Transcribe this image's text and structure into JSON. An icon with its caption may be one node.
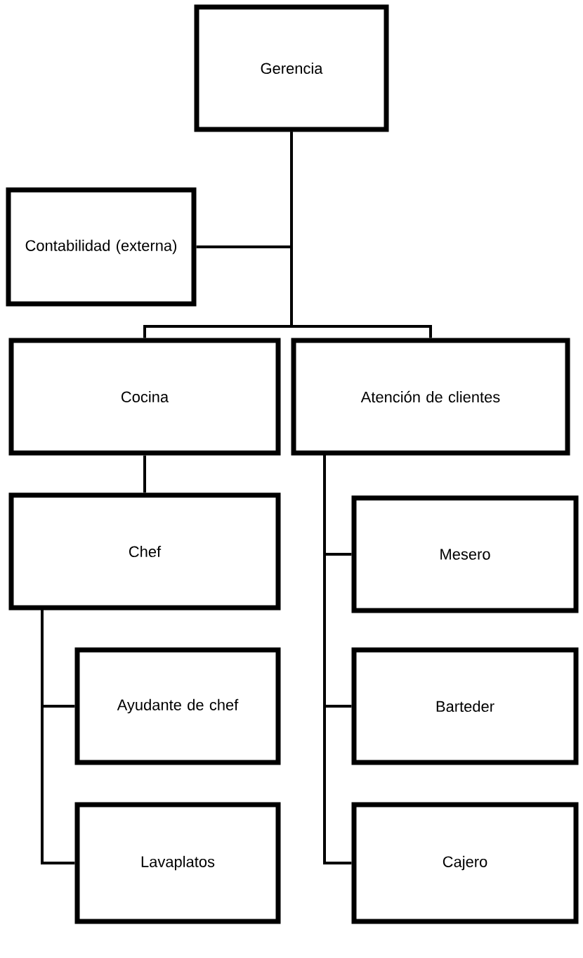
{
  "diagram": {
    "nodes": [
      {
        "text": [
          "Gerencia"
        ]
      },
      {
        "text": [
          "Contabilidad (externa)"
        ]
      },
      {
        "text": [
          "Cocina"
        ]
      },
      {
        "text": [
          "Atención de clientes"
        ]
      },
      {
        "text": [
          "Chef"
        ]
      },
      {
        "text": [
          "Ayudante de chef"
        ]
      },
      {
        "text": [
          "Lavaplatos"
        ]
      },
      {
        "text": [
          "Mesero"
        ]
      },
      {
        "text": [
          "Barteder"
        ]
      },
      {
        "text": [
          "Cajero"
        ]
      }
    ],
    "edges": [
      {
        "from": 0,
        "to": 1,
        "arrow": "none"
      },
      {
        "from": 0,
        "to": 2,
        "arrow": "none"
      },
      {
        "from": 0,
        "to": 3,
        "arrow": "none"
      },
      {
        "from": 2,
        "to": 4,
        "arrow": "none"
      },
      {
        "from": 4,
        "to": 5,
        "arrow": "none"
      },
      {
        "from": 4,
        "to": 6,
        "arrow": "none"
      },
      {
        "from": 3,
        "to": 7,
        "arrow": "none"
      },
      {
        "from": 3,
        "to": 8,
        "arrow": "none"
      },
      {
        "from": 3,
        "to": 9,
        "arrow": "none"
      }
    ]
  }
}
